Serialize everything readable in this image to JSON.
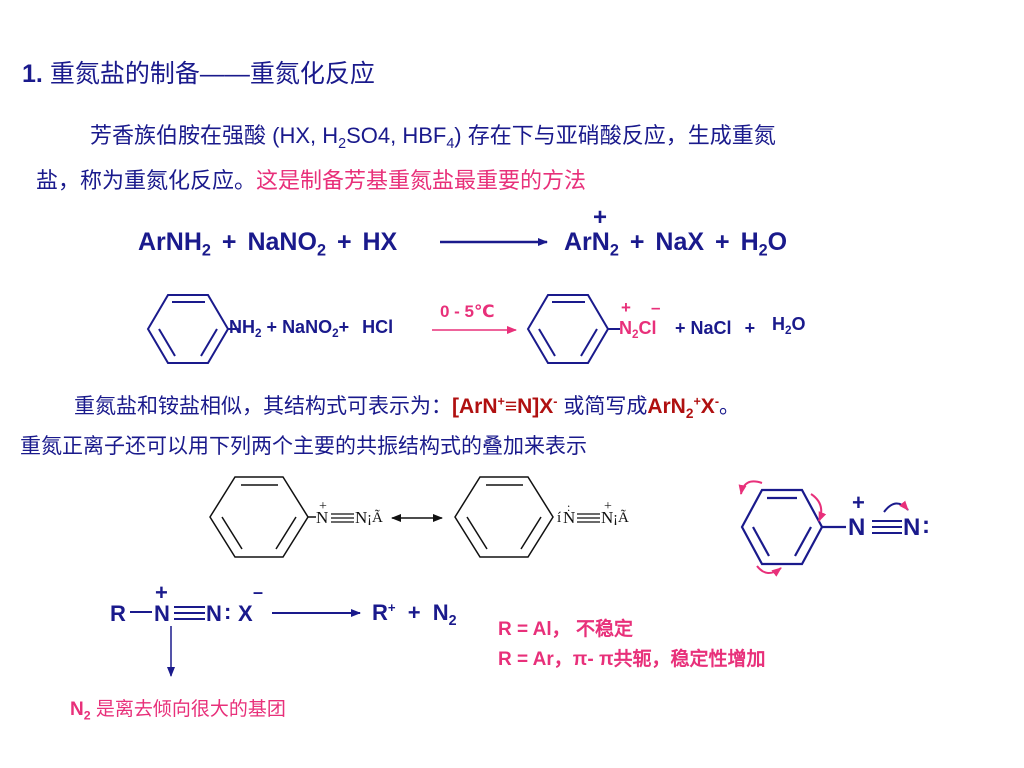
{
  "heading": {
    "number": "1.",
    "text": "重氮盐的制备——重氮化反应"
  },
  "para1": {
    "line1_a": "芳香族伯胺在强酸 (HX, H",
    "line1_sub": "2",
    "line1_b": "SO4, HBF",
    "line1_sub2": "4",
    "line1_c": ") 存在下与亚硝酸反应，生成重氮",
    "line2_a": "盐，称为重氮化反应。",
    "line2_pink": "这是制备芳基重氮盐最重要的方法"
  },
  "eq1": {
    "amine": "ArNH",
    "amine_sub": "2",
    "plus1": "+",
    "nitrite": "NaNO",
    "nitrite_sub": "2",
    "plus2": "+",
    "acid": "HX",
    "charge": "+",
    "product": "ArN",
    "product_sub": "2",
    "plus3": "+",
    "salt": "NaX",
    "plus4": "+",
    "water": "H",
    "water_sub": "2",
    "water_o": "O"
  },
  "eq2": {
    "nh2": "NH",
    "nh2_sub": "2",
    "plus1": "+",
    "nitrite": "NaNO",
    "nitrite_sub": "2",
    "plus2": "+",
    "acid": "HCl",
    "condition": "0 - 5℃",
    "charge_plus": "+",
    "charge_minus": "–",
    "prod_n": "N",
    "prod_sub": "2",
    "prod_cl": "Cl",
    "plus3": "+",
    "salt": "NaCl",
    "plus4": "+",
    "water": "H",
    "water_sub": "2",
    "water_o": "O"
  },
  "para2": {
    "line1_a": "重氮盐和铵盐相似，其结构式可表示为：",
    "formula_a": "[ArN",
    "formula_sup1": "+",
    "formula_b": "≡N]X",
    "formula_sup2": "-",
    "line1_b": " 或简写成",
    "short_a": "ArN",
    "short_sub": "2",
    "short_sup1": "+",
    "short_b": "X",
    "short_sup2": "-",
    "line1_end": "。",
    "line2": "重氮正离子还可以用下列两个主要的共振结构式的叠加来表示"
  },
  "resonance": {
    "s1_plus": "+",
    "s1_n1": "N",
    "s1_n2": "N",
    "s1_tail": "¡Ã",
    "s2_head": "í",
    "s2_n1": "N",
    "s2_colon": ":",
    "s2_plus": "+",
    "s2_n2": "N",
    "s2_tail": "¡Ã",
    "s3_plus": "+",
    "s3_n1": "N",
    "s3_n2": "N",
    "s3_colon": ":"
  },
  "eq3": {
    "r": "R",
    "plus": "+",
    "n1": "N",
    "n2": "N",
    "colon": ":",
    "x": "X",
    "minus": "–",
    "r_plus_r": "R",
    "r_plus_sup": "+",
    "plus2": "+",
    "n2_prod": "N",
    "n2_prod_sub": "2"
  },
  "notes": {
    "line1": "R = Al，  不稳定",
    "line2": "R = Ar，π- π共轭，稳定性增加",
    "leaving_n": "N",
    "leaving_sub": "2",
    "leaving_text": " 是离去倾向很大的基团"
  },
  "colors": {
    "text": "#1a1a8c",
    "accent": "#e8307a",
    "structure": "#111111"
  }
}
